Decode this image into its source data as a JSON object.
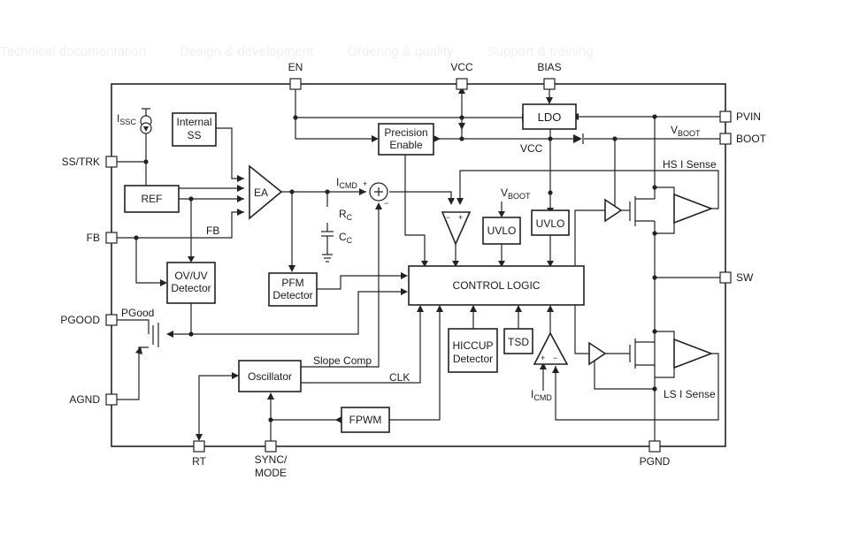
{
  "background": {
    "nav_tabs": [
      "Technical documentation",
      "Design & development",
      "Ordering & quality",
      "Support & training"
    ]
  },
  "pins": {
    "en": "EN",
    "vcc": "VCC",
    "bias": "BIAS",
    "pvin": "PVIN",
    "boot": "BOOT",
    "ss_trk": "SS/TRK",
    "fb": "FB",
    "pgood": "PGOOD",
    "agnd": "AGND",
    "sw": "SW",
    "rt": "RT",
    "sync_mode_1": "SYNC/",
    "sync_mode_2": "MODE",
    "pgnd": "PGND"
  },
  "blocks": {
    "internal_ss_1": "Internal",
    "internal_ss_2": "SS",
    "ref": "REF",
    "ea": "EA",
    "precision_enable_1": "Precision",
    "precision_enable_2": "Enable",
    "ldo": "LDO",
    "uvlo_boot": "UVLO",
    "uvlo_vcc": "UVLO",
    "ovuv_1": "OV/UV",
    "ovuv_2": "Detector",
    "pfm_1": "PFM",
    "pfm_2": "Detector",
    "control_logic": "CONTROL LOGIC",
    "hiccup_1": "HICCUP",
    "hiccup_2": "Detector",
    "tsd": "TSD",
    "oscillator": "Oscillator",
    "fpwm": "FPWM"
  },
  "labels": {
    "i_ss": "I",
    "i_ss_sub": "SSC",
    "i_cmd": "I",
    "i_cmd_sub": "CMD",
    "i_cmd2": "I",
    "i_cmd2_sub": "CMD",
    "rc": "R",
    "rc_sub": "C",
    "cc": "C",
    "cc_sub": "C",
    "v_boot_uvlo": "V",
    "v_boot_uvlo_sub": "BOOT",
    "v_boot_rail": "V",
    "v_boot_rail_sub": "BOOT",
    "vcc_node": "VCC",
    "fb_net": "FB",
    "pgood_net": "PGood",
    "hs_i_sense": "HS I Sense",
    "ls_i_sense": "LS I Sense",
    "slope_comp": "Slope Comp",
    "clk": "CLK",
    "plus": "+",
    "minus": "−"
  }
}
